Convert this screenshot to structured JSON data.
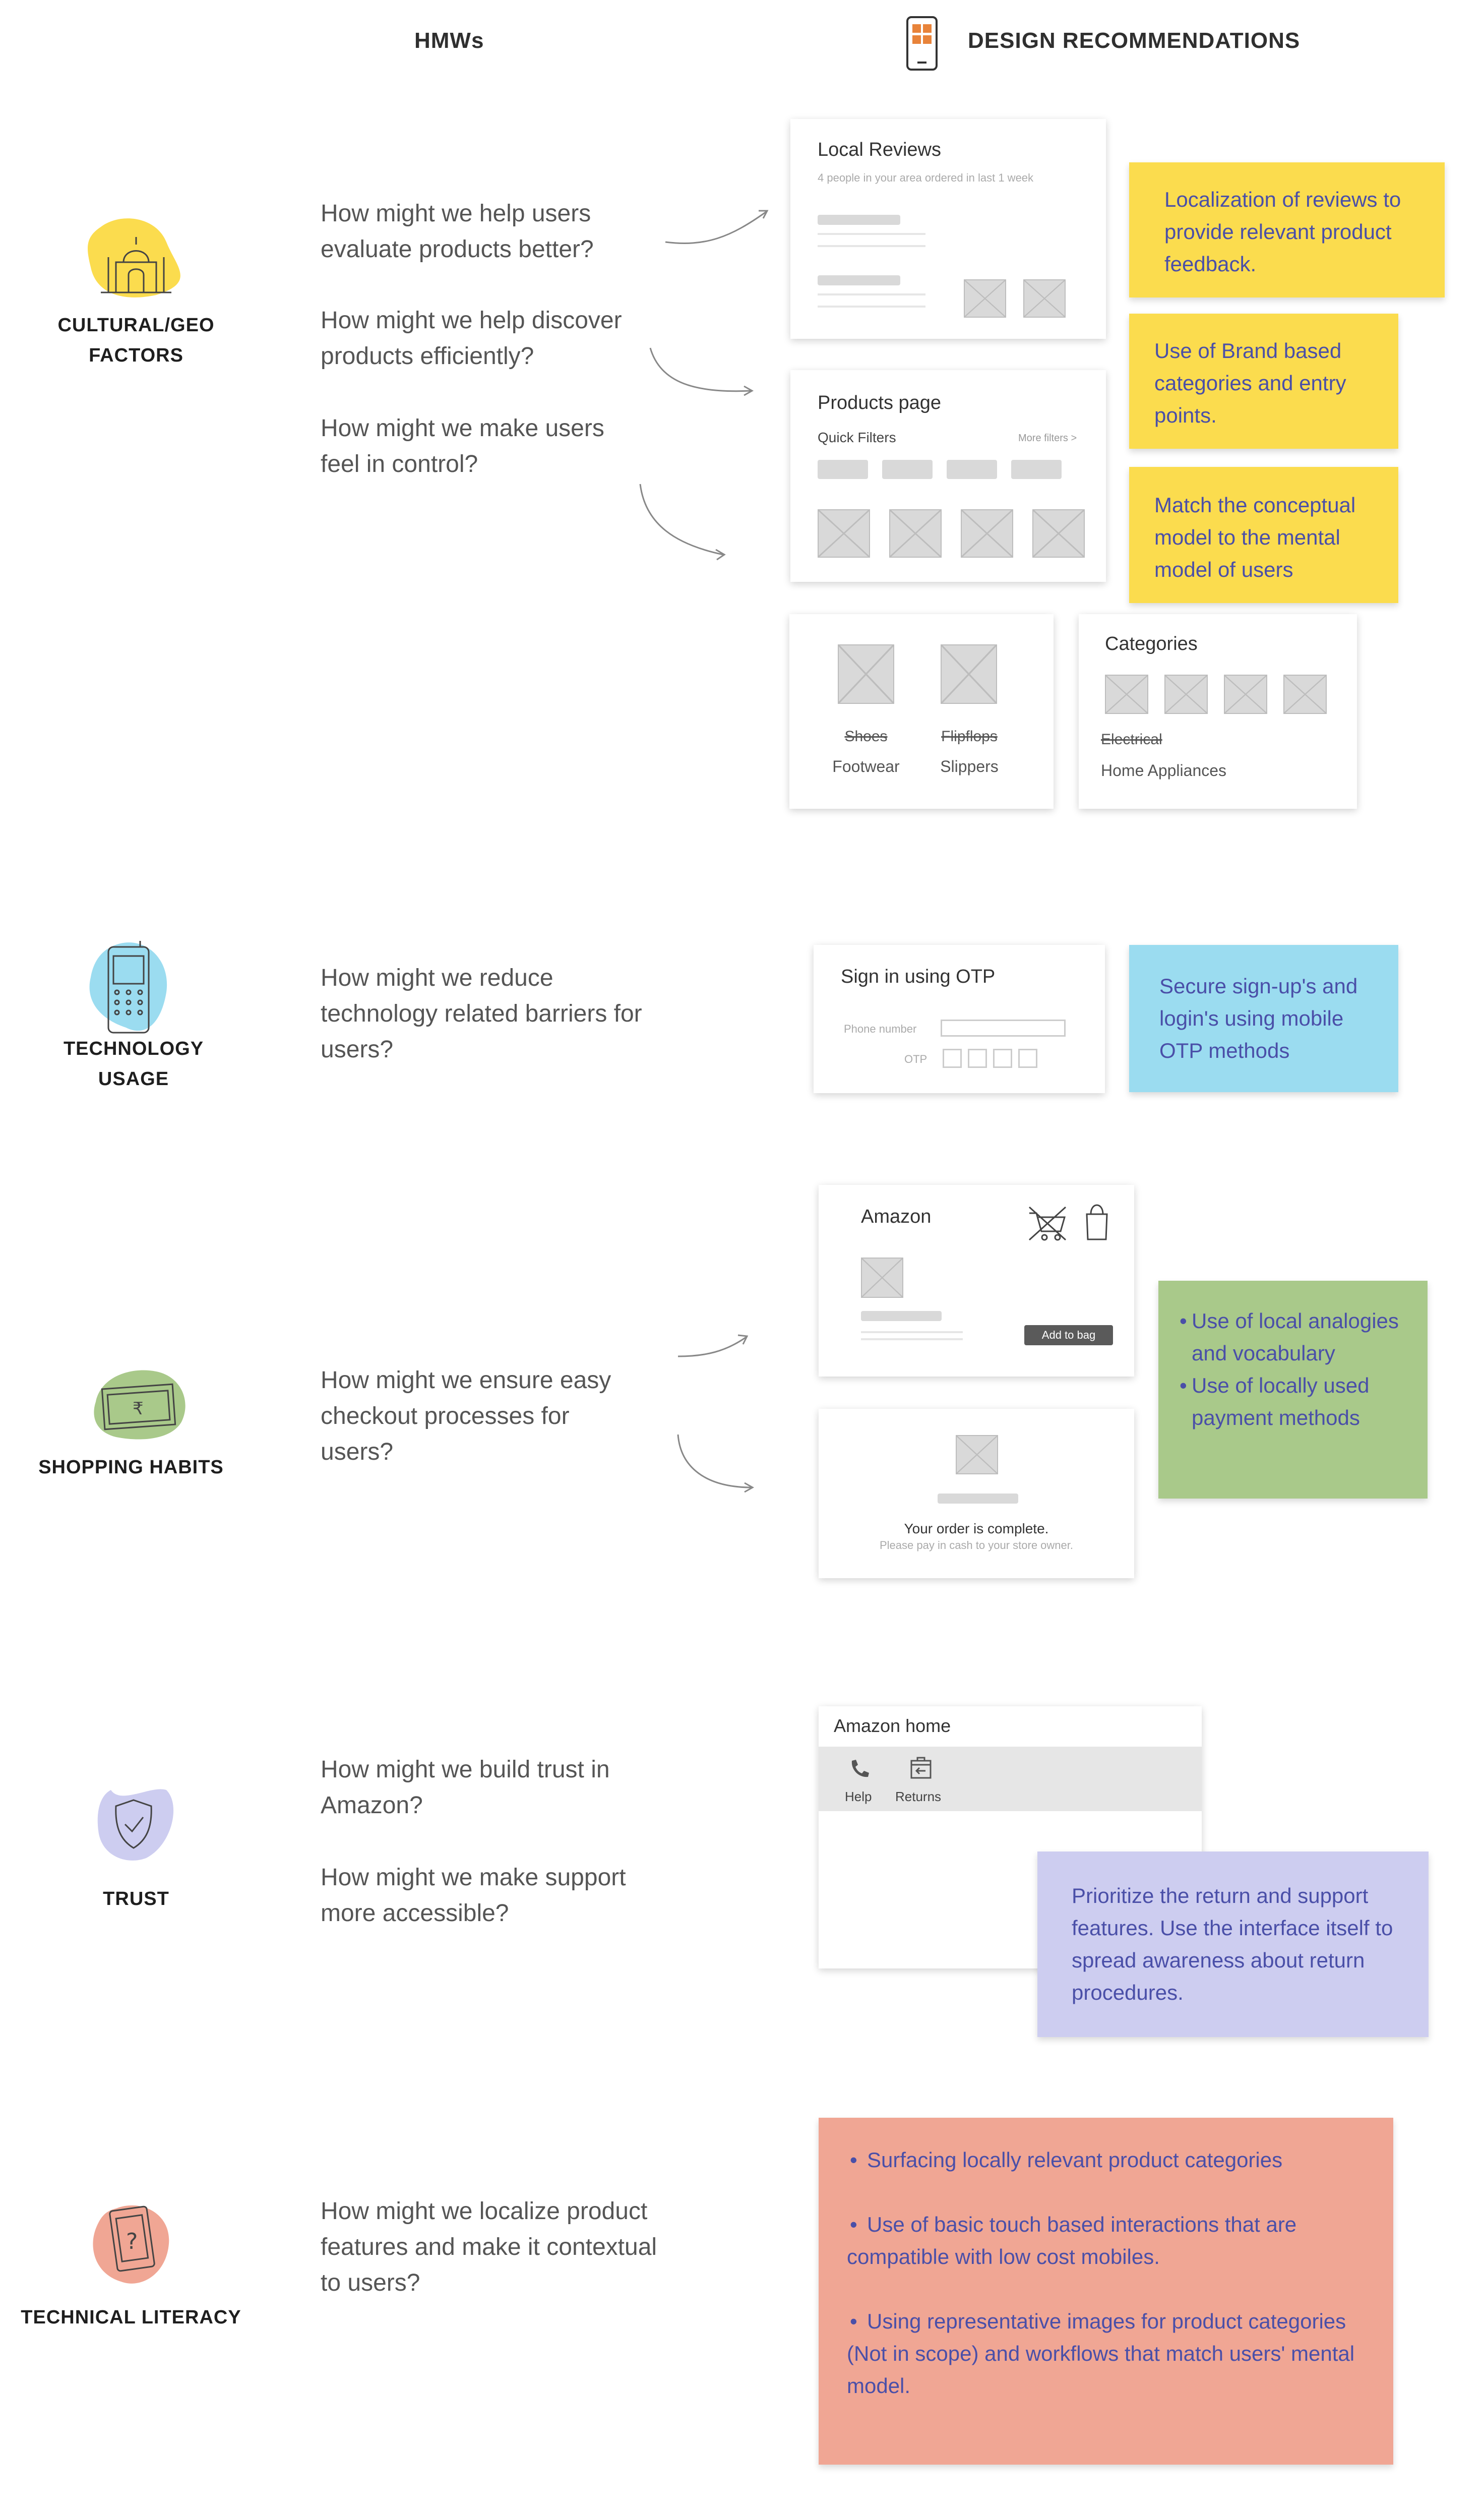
{
  "headers": {
    "hmws": "HMWs",
    "recommendations": "DESIGN RECOMMENDATIONS"
  },
  "colors": {
    "yellow": "#fbdc4e",
    "blue": "#9bdcf0",
    "green": "#a9c98a",
    "lavender": "#cdcdf0",
    "salmon": "#f0a694",
    "text_blue": "#4a4fa8"
  },
  "sections": {
    "cultural": {
      "category": [
        "CULTURAL/GEO",
        "FACTORS"
      ],
      "icon": "taj-mahal-icon",
      "questions": [
        "How might we help users evaluate products better?",
        "How might we help discover products efficiently?",
        "How might we make users feel in control?"
      ],
      "notes": [
        "Localization of reviews to provide relevant product feedback.",
        "Use of Brand based categories and entry points.",
        "Match the conceptual model to the mental model of users"
      ],
      "local_reviews": {
        "title": "Local Reviews",
        "subtitle": "4 people in your area ordered in last 1 week"
      },
      "products_page": {
        "title": "Products page",
        "quick_filters": "Quick Filters",
        "more_filters": "More filters >"
      },
      "brands": {
        "item1_old": "Shoes",
        "item1_new": "Footwear",
        "item2_old": "Flipflops",
        "item2_new": "Slippers"
      },
      "categories": {
        "title": "Categories",
        "old": "Electrical",
        "new": "Home Appliances"
      }
    },
    "technology": {
      "category": [
        "TECHNOLOGY",
        "USAGE"
      ],
      "icon": "mobile-phone-icon",
      "question": "How might we reduce technology related barriers for users?",
      "note": "Secure sign-up's and login's using mobile OTP methods",
      "otp": {
        "title": "Sign in using OTP",
        "phone_label": "Phone number",
        "otp_label": "OTP"
      }
    },
    "shopping": {
      "category": [
        "SHOPPING HABITS"
      ],
      "icon": "rupee-note-icon",
      "question": "How might we ensure easy checkout processes for users?",
      "note_items": [
        "Use of local analogies and vocabulary",
        "Use of locally used payment methods"
      ],
      "amazon_card": {
        "title": "Amazon",
        "add_to_bag": "Add to bag"
      },
      "order_card": {
        "title": "Your order is complete.",
        "subtitle": "Please pay in cash to your store owner."
      }
    },
    "trust": {
      "category": [
        "TRUST"
      ],
      "icon": "shield-check-icon",
      "questions": [
        "How might we build trust in Amazon?",
        "How might we make support more accessible?"
      ],
      "note": "Prioritize the return and support features. Use the interface itself to spread awareness about return procedures.",
      "home_card": {
        "title": "Amazon home",
        "help": "Help",
        "returns": "Returns"
      }
    },
    "literacy": {
      "category": [
        "TECHNICAL LITERACY"
      ],
      "icon": "question-phone-icon",
      "question": "How might we localize product features and make it contextual to users?",
      "note_items": [
        "Surfacing locally relevant product categories",
        "Use of basic touch based interactions that are compatible with low cost mobiles.",
        "Using representative images for product categories (Not in scope) and workflows that match users' mental model."
      ]
    }
  }
}
